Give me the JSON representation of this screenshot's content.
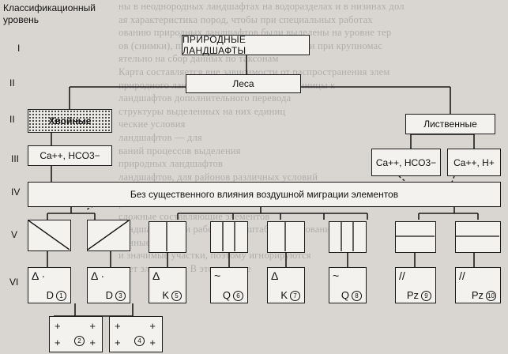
{
  "header": {
    "line1": "Классификационный",
    "line2": "уровень"
  },
  "levels": [
    "I",
    "II",
    "II",
    "III",
    "IV",
    "V",
    "VI"
  ],
  "nodes": {
    "root": "ПРИРОДНЫЕ ЛАНДШАФТЫ",
    "forests": "Леса",
    "conifer": "Хвойные",
    "deciduous": "Лиственные",
    "ca_hco3_left": "Ca++, HCO3−",
    "ca_hco3_right": "Ca++, HCO3−",
    "ca_h": "Ca++, H+",
    "no_migration": "Без существенного влияния воздушной миграции элементов"
  },
  "cells": [
    {
      "sym": "Δ ·",
      "letter": "D",
      "num": "1"
    },
    {
      "sym": "Δ ·",
      "letter": "D",
      "num": "3"
    },
    {
      "sym": "Δ",
      "letter": "K",
      "num": "5"
    },
    {
      "sym": "~",
      "letter": "Q",
      "num": "6"
    },
    {
      "sym": "Δ",
      "letter": "K",
      "num": "7"
    },
    {
      "sym": "~",
      "letter": "Q",
      "num": "8"
    },
    {
      "sym": "//",
      "letter": "Pz",
      "num": "9"
    },
    {
      "sym": "//",
      "letter": "Pz",
      "num": "10"
    }
  ],
  "plus_cells": [
    {
      "num": "2"
    },
    {
      "num": "4"
    }
  ],
  "colors": {
    "line": "#1a1a1a",
    "box": "#f4f2ef",
    "page": "#d9d6d2"
  }
}
